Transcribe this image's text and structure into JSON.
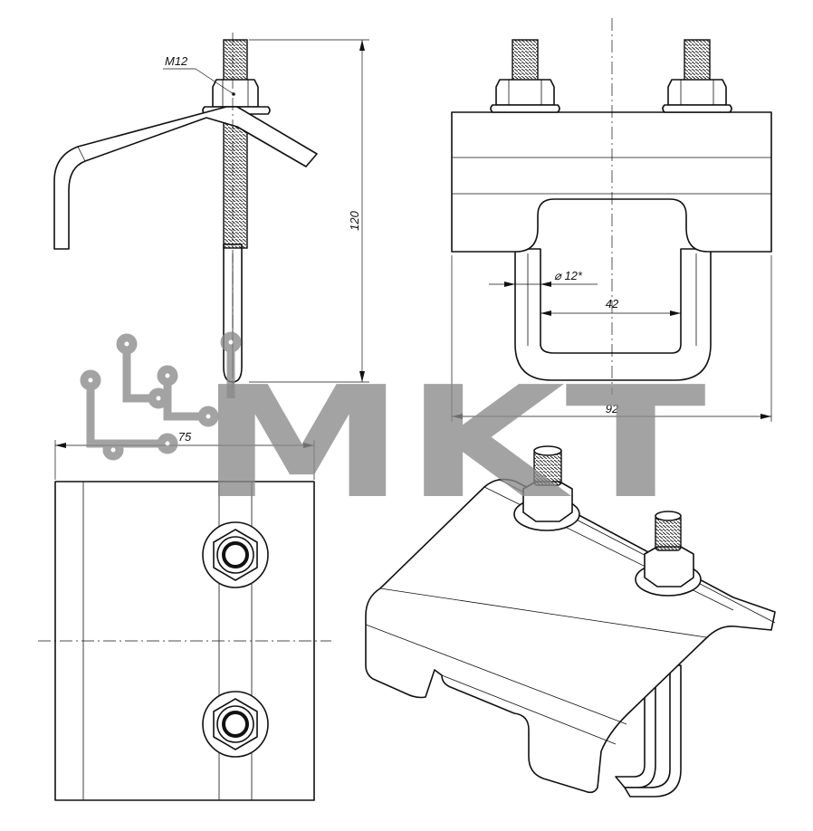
{
  "views": {
    "side_view": {
      "thread_label": "M12",
      "height_dim": "120"
    },
    "front_view": {
      "rod_dim": "⌀ 12*",
      "inner_width_dim": "42",
      "overall_width_dim": "92"
    },
    "top_view": {
      "width_dim": "75"
    },
    "iso_view": {}
  },
  "watermark": {
    "text": "MKT",
    "logo_icon": "circuit-logo-icon",
    "color": "#8a8a8a"
  },
  "colors": {
    "line": "#111111",
    "background": "#ffffff"
  }
}
